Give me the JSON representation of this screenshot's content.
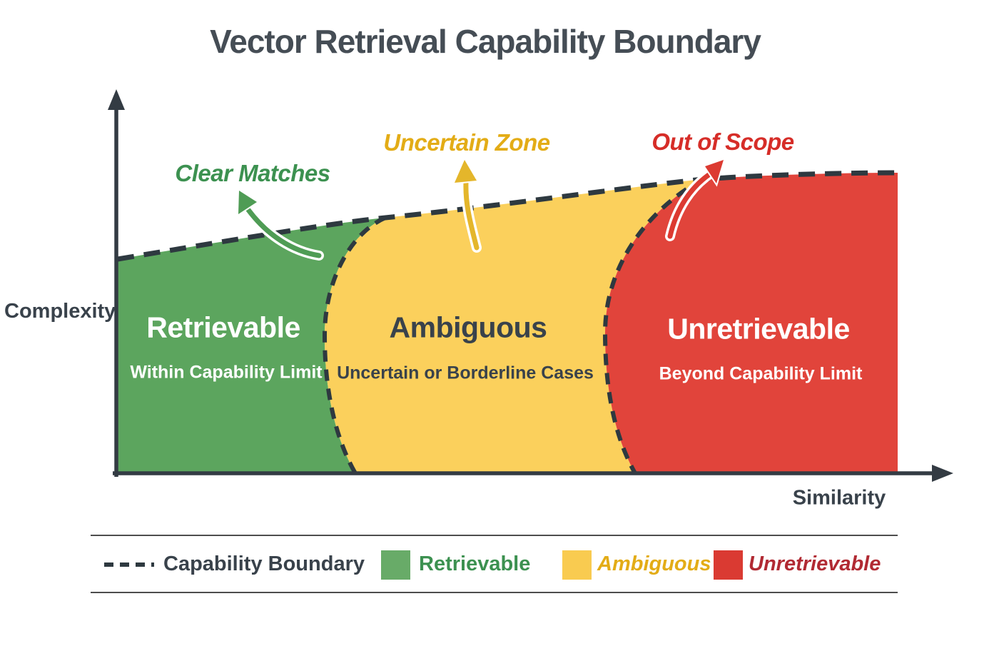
{
  "title": "Vector Retrieval Capability Boundary",
  "axes": {
    "y_label": "Complexity",
    "x_label": "Similarity"
  },
  "annotations": [
    {
      "label": "Clear Matches"
    },
    {
      "label": "Uncertain Zone"
    },
    {
      "label": "Out of Scope"
    }
  ],
  "zones": [
    {
      "name": "Retrievable",
      "subtitle": "Within Capability Limit"
    },
    {
      "name": "Ambiguous",
      "subtitle": "Uncertain or Borderline Cases"
    },
    {
      "name": "Unretrievable",
      "subtitle": "Beyond Capability Limit"
    }
  ],
  "legend": {
    "boundary_label": "Capability Boundary",
    "items": [
      {
        "label": "Retrievable"
      },
      {
        "label": "Ambiguous"
      },
      {
        "label": "Unretrievable"
      }
    ]
  },
  "colors": {
    "background": "#ffffff",
    "title_text": "#454d55",
    "dark_text": "#39424b",
    "boundary_dash": "#2e3940",
    "axis": "#333b43",
    "green_zone": "#5ca55e",
    "yellow_zone": "#fbd05c",
    "red_zone": "#e1443b",
    "green_text": "#3c9150",
    "gold_text": "#e3ac16",
    "red_text": "#d62d28",
    "green_arrow": "#4f9c55",
    "gold_arrow": "#e4b62b",
    "red_arrow": "#dc3a31",
    "legend_green_swatch": "#68ab68",
    "legend_yellow_swatch": "#f9cb50",
    "legend_red_swatch": "#da3a32",
    "legend_red_text": "#b12a33",
    "divider": "#4d4d4d"
  }
}
